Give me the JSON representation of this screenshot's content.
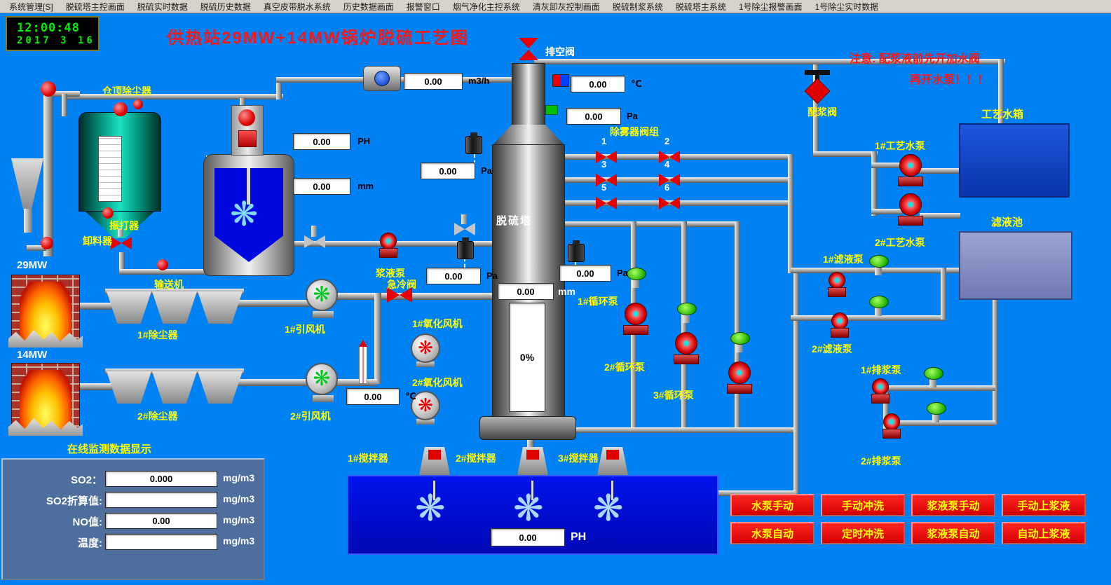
{
  "menu": {
    "items": [
      "系统管理[S]",
      "脱硫塔主控画面",
      "脱硫实时数据",
      "脱硫历史数据",
      "真空皮带脱水系统",
      "历史数据画面",
      "报警窗口",
      "烟气净化主控系统",
      "清灰卸灰控制画面",
      "脱硫制浆系统",
      "脱硫塔主系统",
      "1号除尘报警画面",
      "1号除尘实时数据"
    ]
  },
  "clock": {
    "time": "12:00:48",
    "date": "2017 3  16"
  },
  "header": {
    "title": "供热站29MW+14MW锅炉脱硫工艺图",
    "notice1": "注意: 配浆液前先开加水阀",
    "notice2": "再开水泵！！！"
  },
  "gauges": {
    "flow": {
      "value": "0.00",
      "unit": "m3/h"
    },
    "temp_top": {
      "value": "0.00",
      "unit": "℃"
    },
    "pa_top": {
      "value": "0.00",
      "unit": "Pa"
    },
    "ph_tank": {
      "value": "0.00",
      "unit": "PH"
    },
    "pa_stack": {
      "value": "0.00",
      "unit": "Pa"
    },
    "mm_tank": {
      "value": "0.00",
      "unit": "mm"
    },
    "pa_tower_left": {
      "value": "0.00",
      "unit": "Pa"
    },
    "pa_tower_right": {
      "value": "0.00",
      "unit": "Pa"
    },
    "tower_level": {
      "value": "0.00",
      "unit": "mm"
    },
    "tower_percent": "0%",
    "flue_temp": {
      "value": "0.00",
      "unit": "℃"
    },
    "pool_ph": {
      "value": "0.00",
      "unit": "PH"
    }
  },
  "labels": {
    "silo_duster": "仓顶除尘器",
    "rapper": "振打器",
    "discharger": "卸料器",
    "conveyor": "输送机",
    "boiler1": "29MW",
    "boiler2": "14MW",
    "duster1": "1#除尘器",
    "duster2": "2#除尘器",
    "id_fan1": "1#引风机",
    "id_fan2": "2#引风机",
    "slurry_pump": "浆液泵",
    "quench_valve": "急冷阀",
    "oxi_fan1": "1#氧化风机",
    "oxi_fan2": "2#氧化风机",
    "vent_valve": "排空阀",
    "tower": "脱硫塔",
    "demister_group": "除雾器阀组",
    "valve_no": [
      "1",
      "2",
      "3",
      "4",
      "5",
      "6"
    ],
    "slurry_mix_valve": "配浆阀",
    "water_tank": "工艺水箱",
    "water_pump1": "1#工艺水泵",
    "water_pump2": "2#工艺水泵",
    "filtrate_pool": "滤液池",
    "filtrate_pump1": "1#滤液泵",
    "filtrate_pump2": "2#滤液泵",
    "drain_pump1": "1#排浆泵",
    "drain_pump2": "2#排浆泵",
    "circ_pump1": "1#循环泵",
    "circ_pump2": "2#循环泵",
    "circ_pump3": "3#循环泵",
    "agitator1": "1#搅拌器",
    "agitator2": "2#搅拌器",
    "agitator3": "3#搅拌器"
  },
  "monitor": {
    "title": "在线监测数据显示",
    "rows": [
      {
        "label": "SO2：",
        "value": "0.000",
        "unit": "mg/m3"
      },
      {
        "label": "SO2折算值:",
        "value": "",
        "unit": "mg/m3"
      },
      {
        "label": "NO值:",
        "value": "0.00",
        "unit": "mg/m3"
      },
      {
        "label": "温度:",
        "value": "",
        "unit": "mg/m3"
      }
    ]
  },
  "buttons": [
    "水泵手动",
    "手动冲洗",
    "浆液泵手动",
    "手动上浆液",
    "水泵自动",
    "定时冲洗",
    "浆液泵自动",
    "自动上浆液"
  ],
  "colors": {
    "background": "#0082f5",
    "alert_red": "#ff1414",
    "label_yellow": "#ffff00",
    "pool_blue": "#0010e8"
  }
}
